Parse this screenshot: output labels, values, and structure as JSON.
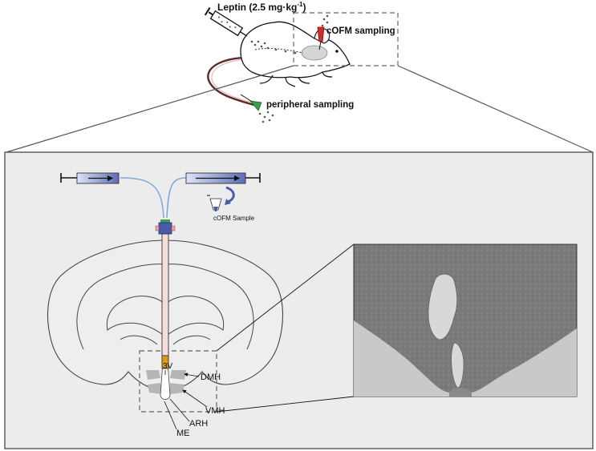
{
  "top": {
    "leptin_prefix": "Leptin (2.5 mg·kg",
    "leptin_sup": "-1",
    "leptin_suffix": ")",
    "cofm_sampling": "cOFM sampling",
    "peripheral_sampling": "peripheral sampling"
  },
  "bottom": {
    "cofm_sample": "cOFM Sample",
    "labels": {
      "v3": "3V",
      "dmh": "DMH",
      "vmh": "VMH",
      "arh": "ARH",
      "me": "ME"
    }
  },
  "colors": {
    "frame_fill": "#ececec",
    "brain_fill": "#eeeeee",
    "nucleus_fill": "#b5b5b5",
    "syringe_blue": "#6f7fc0",
    "probe_pink": "#f3dede",
    "probe_amber": "#e09a1a",
    "red_cap": "#d42a2a",
    "green_cap": "#3aa04a",
    "tube_blue": "#7fa6d8",
    "micrograph_bg": "#7c7c7c"
  }
}
